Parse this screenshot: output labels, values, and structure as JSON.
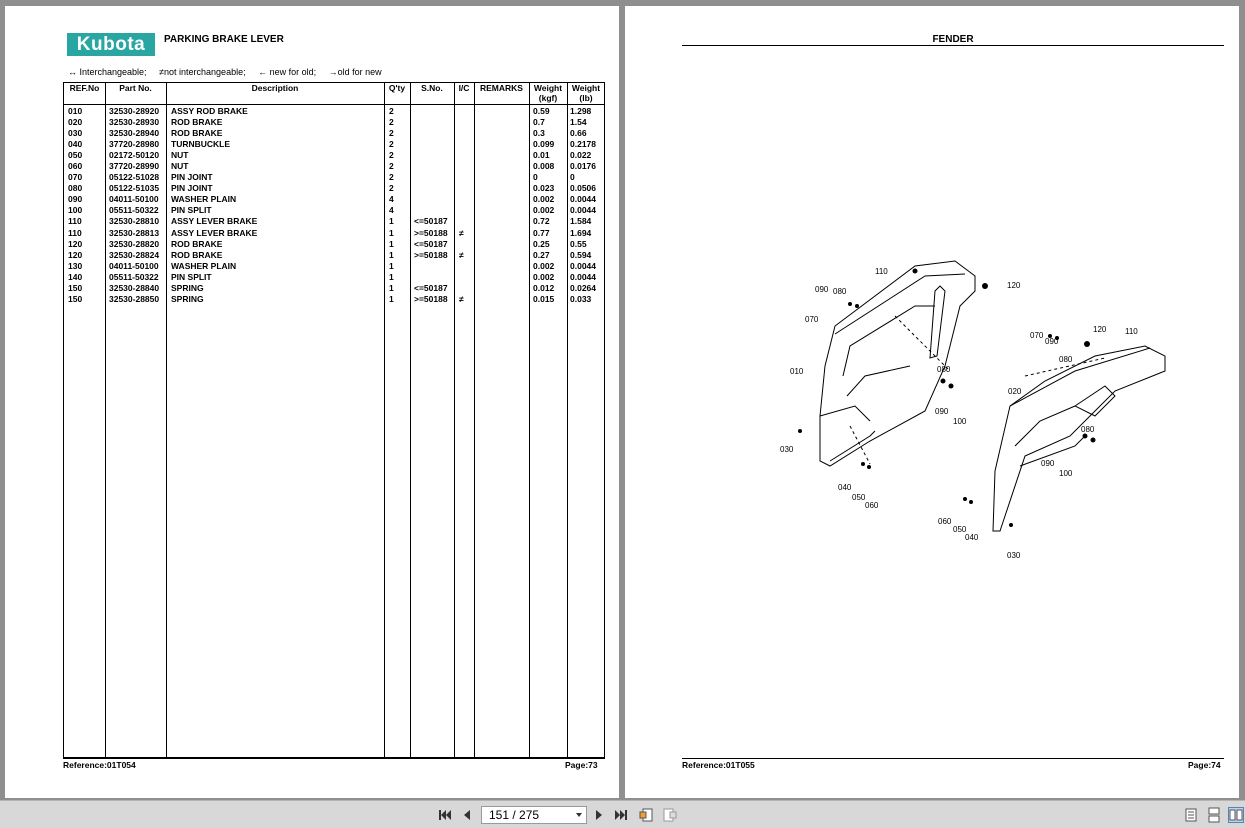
{
  "left_page": {
    "logo": "Kubota",
    "title": "PARKING BRAKE LEVER",
    "legend": {
      "interchangeable": "↔ Interchangeable;",
      "not_interchangeable": "≠not interchangeable;",
      "new_for_old": "← new for old;",
      "old_for_new": "→old for new"
    },
    "table": {
      "headers": {
        "ref": "REF.No",
        "part": "Part No.",
        "desc": "Description",
        "qty": "Q'ty",
        "sno": "S.No.",
        "ic": "I/C",
        "remarks": "REMARKS",
        "wkgf": "Weight (kgf)",
        "wlb": "Weight (lb)"
      },
      "rows": [
        {
          "ref": "010",
          "part": "32530-28920",
          "desc": "ASSY ROD BRAKE",
          "qty": "2",
          "sno": "",
          "ic": "",
          "wkgf": "0.59",
          "wlb": "1.298"
        },
        {
          "ref": "020",
          "part": "32530-28930",
          "desc": "ROD BRAKE",
          "qty": "2",
          "sno": "",
          "ic": "",
          "wkgf": "0.7",
          "wlb": "1.54"
        },
        {
          "ref": "030",
          "part": "32530-28940",
          "desc": "ROD BRAKE",
          "qty": "2",
          "sno": "",
          "ic": "",
          "wkgf": "0.3",
          "wlb": "0.66"
        },
        {
          "ref": "040",
          "part": "37720-28980",
          "desc": "TURNBUCKLE",
          "qty": "2",
          "sno": "",
          "ic": "",
          "wkgf": "0.099",
          "wlb": "0.2178"
        },
        {
          "ref": "050",
          "part": "02172-50120",
          "desc": "NUT",
          "qty": "2",
          "sno": "",
          "ic": "",
          "wkgf": "0.01",
          "wlb": "0.022"
        },
        {
          "ref": "060",
          "part": "37720-28990",
          "desc": "NUT",
          "qty": "2",
          "sno": "",
          "ic": "",
          "wkgf": "0.008",
          "wlb": "0.0176"
        },
        {
          "ref": "070",
          "part": "05122-51028",
          "desc": "PIN JOINT",
          "qty": "2",
          "sno": "",
          "ic": "",
          "wkgf": "0",
          "wlb": "0"
        },
        {
          "ref": "080",
          "part": "05122-51035",
          "desc": "PIN JOINT",
          "qty": "2",
          "sno": "",
          "ic": "",
          "wkgf": "0.023",
          "wlb": "0.0506"
        },
        {
          "ref": "090",
          "part": "04011-50100",
          "desc": "WASHER PLAIN",
          "qty": "4",
          "sno": "",
          "ic": "",
          "wkgf": "0.002",
          "wlb": "0.0044"
        },
        {
          "ref": "100",
          "part": "05511-50322",
          "desc": "PIN SPLIT",
          "qty": "4",
          "sno": "",
          "ic": "",
          "wkgf": "0.002",
          "wlb": "0.0044"
        },
        {
          "ref": "110",
          "part": "32530-28810",
          "desc": "ASSY LEVER BRAKE",
          "qty": "1",
          "sno": "<=50187",
          "ic": "",
          "wkgf": "0.72",
          "wlb": "1.584"
        },
        {
          "ref": "110",
          "part": "32530-28813",
          "desc": "ASSY LEVER BRAKE",
          "qty": "1",
          "sno": ">=50188",
          "ic": "≠",
          "wkgf": "0.77",
          "wlb": "1.694"
        },
        {
          "ref": "120",
          "part": "32530-28820",
          "desc": "ROD BRAKE",
          "qty": "1",
          "sno": "<=50187",
          "ic": "",
          "wkgf": "0.25",
          "wlb": "0.55"
        },
        {
          "ref": "120",
          "part": "32530-28824",
          "desc": "ROD BRAKE",
          "qty": "1",
          "sno": ">=50188",
          "ic": "≠",
          "wkgf": "0.27",
          "wlb": "0.594"
        },
        {
          "ref": "130",
          "part": "04011-50100",
          "desc": "WASHER PLAIN",
          "qty": "1",
          "sno": "",
          "ic": "",
          "wkgf": "0.002",
          "wlb": "0.0044"
        },
        {
          "ref": "140",
          "part": "05511-50322",
          "desc": "PIN SPLIT",
          "qty": "1",
          "sno": "",
          "ic": "",
          "wkgf": "0.002",
          "wlb": "0.0044"
        },
        {
          "ref": "150",
          "part": "32530-28840",
          "desc": "SPRING",
          "qty": "1",
          "sno": "<=50187",
          "ic": "",
          "wkgf": "0.012",
          "wlb": "0.0264"
        },
        {
          "ref": "150",
          "part": "32530-28850",
          "desc": "SPRING",
          "qty": "1",
          "sno": ">=50188",
          "ic": "≠",
          "wkgf": "0.015",
          "wlb": "0.033"
        }
      ]
    },
    "reference": "Reference:01T054",
    "page": "Page:73"
  },
  "right_page": {
    "title": "FENDER",
    "reference": "Reference:01T055",
    "page": "Page:74",
    "callouts": [
      "110",
      "120",
      "090",
      "080",
      "070",
      "010",
      "080",
      "090",
      "100",
      "030",
      "040",
      "050",
      "060",
      "070",
      "090",
      "080",
      "120",
      "110",
      "020",
      "080",
      "090",
      "100",
      "060",
      "050",
      "040",
      "030"
    ]
  },
  "toolbar": {
    "page_indicator": "151 / 275"
  }
}
